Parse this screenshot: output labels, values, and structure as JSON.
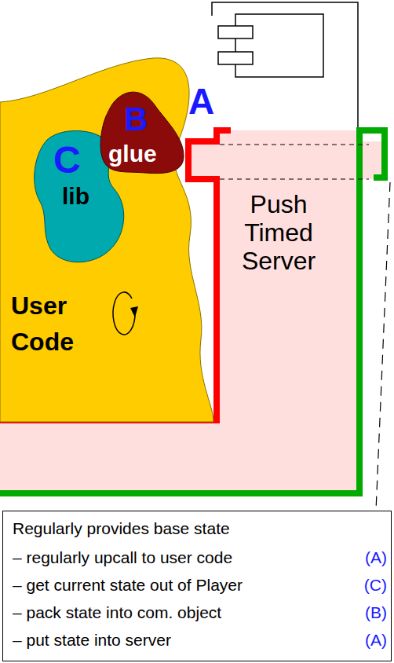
{
  "diagram": {
    "nodes": [
      {
        "text": [
          "User Code"
        ]
      },
      {
        "text": [
          "C",
          "lib"
        ],
        "in": 0
      },
      {
        "text": [
          "B",
          "glue"
        ],
        "in": 0
      },
      {
        "text": [
          "Push Timed Server"
        ]
      },
      {
        "text": [
          "Regularly provides base state",
          "– regularly upcall to user code",
          "(A)",
          "– get current state out of Player",
          "(C)",
          "– pack state into com. object",
          "(B)",
          "– put state into server",
          "(A)"
        ]
      }
    ],
    "edges": [
      {
        "from": 3,
        "to": 4,
        "arrow": "none"
      }
    ],
    "labels": [
      "A"
    ]
  }
}
